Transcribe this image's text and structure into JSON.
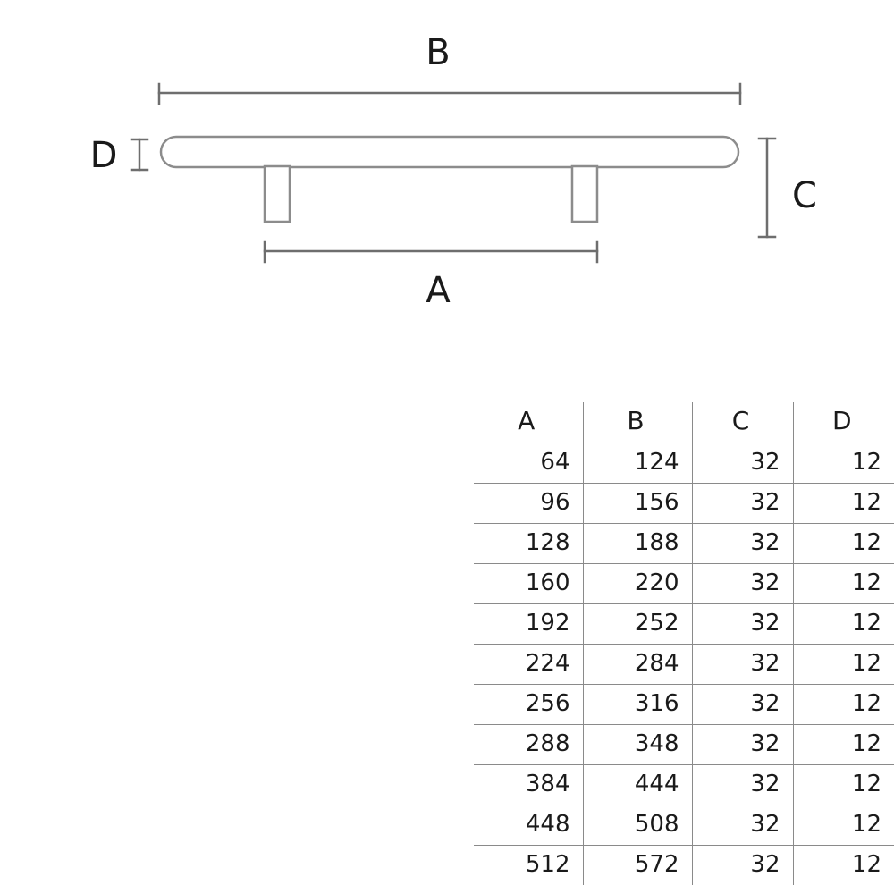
{
  "drawing": {
    "labels": {
      "b": "B",
      "d": "D",
      "c": "C",
      "a": "A"
    },
    "colors": {
      "line": "#6e6e6e",
      "handle_stroke": "#8c8c8c",
      "handle_fill": "#ffffff",
      "text": "#1a1a1a"
    }
  },
  "table": {
    "headers": [
      "A",
      "B",
      "C",
      "D"
    ],
    "rows": [
      [
        "64",
        "124",
        "32",
        "12"
      ],
      [
        "96",
        "156",
        "32",
        "12"
      ],
      [
        "128",
        "188",
        "32",
        "12"
      ],
      [
        "160",
        "220",
        "32",
        "12"
      ],
      [
        "192",
        "252",
        "32",
        "12"
      ],
      [
        "224",
        "284",
        "32",
        "12"
      ],
      [
        "256",
        "316",
        "32",
        "12"
      ],
      [
        "288",
        "348",
        "32",
        "12"
      ],
      [
        "384",
        "444",
        "32",
        "12"
      ],
      [
        "448",
        "508",
        "32",
        "12"
      ],
      [
        "512",
        "572",
        "32",
        "12"
      ]
    ]
  }
}
